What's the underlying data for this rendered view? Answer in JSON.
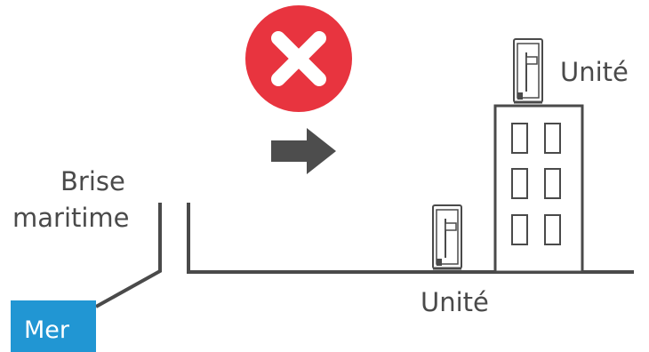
{
  "labels": {
    "sea_breeze_line1": "Brise",
    "sea_breeze_line2": "maritime",
    "unit_top": "Unité",
    "unit_bottom": "Unité",
    "sea": "Mer"
  },
  "colors": {
    "forbidden": "#e8343f",
    "sea": "#2196d3",
    "line": "#4a4a4a",
    "arrow": "#4d4d4d"
  },
  "icons": {
    "forbidden": "cross-icon",
    "direction": "arrow-right-icon"
  }
}
